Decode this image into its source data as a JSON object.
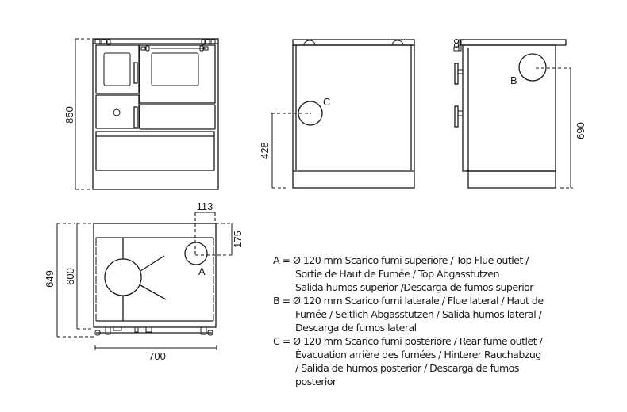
{
  "dimensions": {
    "front_height": "850",
    "rear_outlet_height": "428",
    "side_outlet_height": "690",
    "top_outlet_offset_x": "113",
    "top_outlet_offset_y": "175",
    "depth_total": "649",
    "depth_body": "600",
    "width": "700"
  },
  "markers": {
    "a": "A",
    "b": "B",
    "c": "C"
  },
  "legend": {
    "a_lines": [
      "A = Ø 120 mm  Scarico fumi superiore / Top Flue outlet /",
      "Sortie de Haut de Fumée / Top Abgasstutzen",
      "Salida humos superior /Descarga de fumos superior"
    ],
    "b_lines": [
      "B = Ø 120 mm  Scarico fumi laterale / Flue lateral / Haut de",
      "Fumée / Seitlich Abgasstutzen / Salida humos lateral /",
      "Descarga de fumos lateral"
    ],
    "c_lines": [
      "C = Ø 120 mm  Scarico fumi posteriore / Rear fume outlet /",
      "Évacuation arrière des fumées / Hinterer Rauchabzug",
      "/ Salida de humos posterior / Descarga de fumos",
      "posterior"
    ]
  }
}
